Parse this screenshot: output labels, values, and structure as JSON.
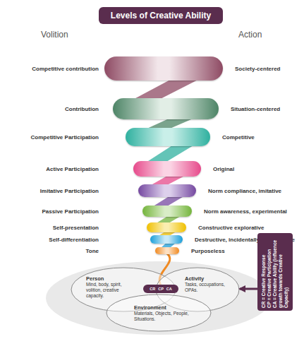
{
  "diagram": {
    "title": "Levels of Creative Ability",
    "nodes": [
      {
        "text": [
          "Competitive contribution",
          "Society-centered"
        ]
      },
      {
        "text": [
          "Contribution",
          "Situation-centered"
        ]
      },
      {
        "text": [
          "Competitive Participation",
          "Competitive"
        ]
      },
      {
        "text": [
          "Active Participation",
          "Original"
        ]
      },
      {
        "text": [
          "Imitative Participation",
          "Norm compliance, imitative"
        ]
      },
      {
        "text": [
          "Passive Participation",
          "Norm awareness, experimental"
        ]
      },
      {
        "text": [
          "Self-presentation",
          "Constructive explorative"
        ]
      },
      {
        "text": [
          "Self-differentiation",
          "Destructive, incidentally constructive"
        ]
      },
      {
        "text": [
          "Tone",
          "Purposeless"
        ]
      },
      {
        "text": [
          "Person",
          "Mind, body, spirit, volition, creative capacity."
        ]
      },
      {
        "text": [
          "Activity",
          "Tasks, occupations, OPAs."
        ]
      },
      {
        "text": [
          "Environment",
          "Materials, Objects, People, Situations."
        ]
      },
      {
        "text": [
          "CR",
          "CP",
          "CA"
        ]
      },
      {
        "text": [
          "CR = Creative Response",
          "CP = Creative Participation",
          "CA = Creative Ability (influence growth towards Creative Capacity)"
        ]
      }
    ],
    "edges": [
      {
        "from": 13,
        "to": 10,
        "arrow": "to"
      }
    ],
    "labels": [
      "Volition",
      "Action"
    ]
  }
}
